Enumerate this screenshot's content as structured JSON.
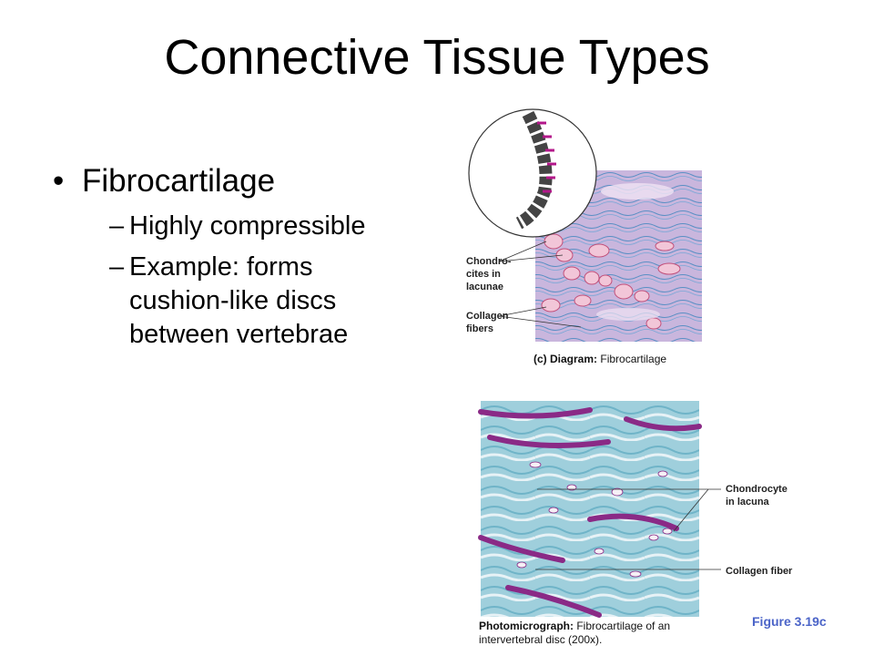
{
  "slide": {
    "title": "Connective Tissue Types",
    "bullet": "Fibrocartilage",
    "subbullets": [
      {
        "dash": "–",
        "text": "Highly compressible"
      },
      {
        "dash": "–",
        "text": "Example: forms cushion-like discs between vertebrae"
      }
    ],
    "bullet_symbol": "•"
  },
  "diagram": {
    "labels": {
      "chondrocites_1": "Chondro-",
      "chondrocites_2": "cites in",
      "chondrocites_3": "lacunae",
      "collagen_1": "Collagen",
      "collagen_2": "fibers"
    },
    "caption_prefix": "(c) Diagram:",
    "caption_text": "Fibrocartilage"
  },
  "photo": {
    "labels": {
      "chondrocyte_1": "Chondrocyte",
      "chondrocyte_2": "in lacuna",
      "collagen": "Collagen fiber"
    },
    "caption_prefix": "Photomicrograph:",
    "caption_line1": "Fibrocartilage of an",
    "caption_line2": "intervertebral disc (200x)."
  },
  "figure_ref": "Figure 3.19c"
}
